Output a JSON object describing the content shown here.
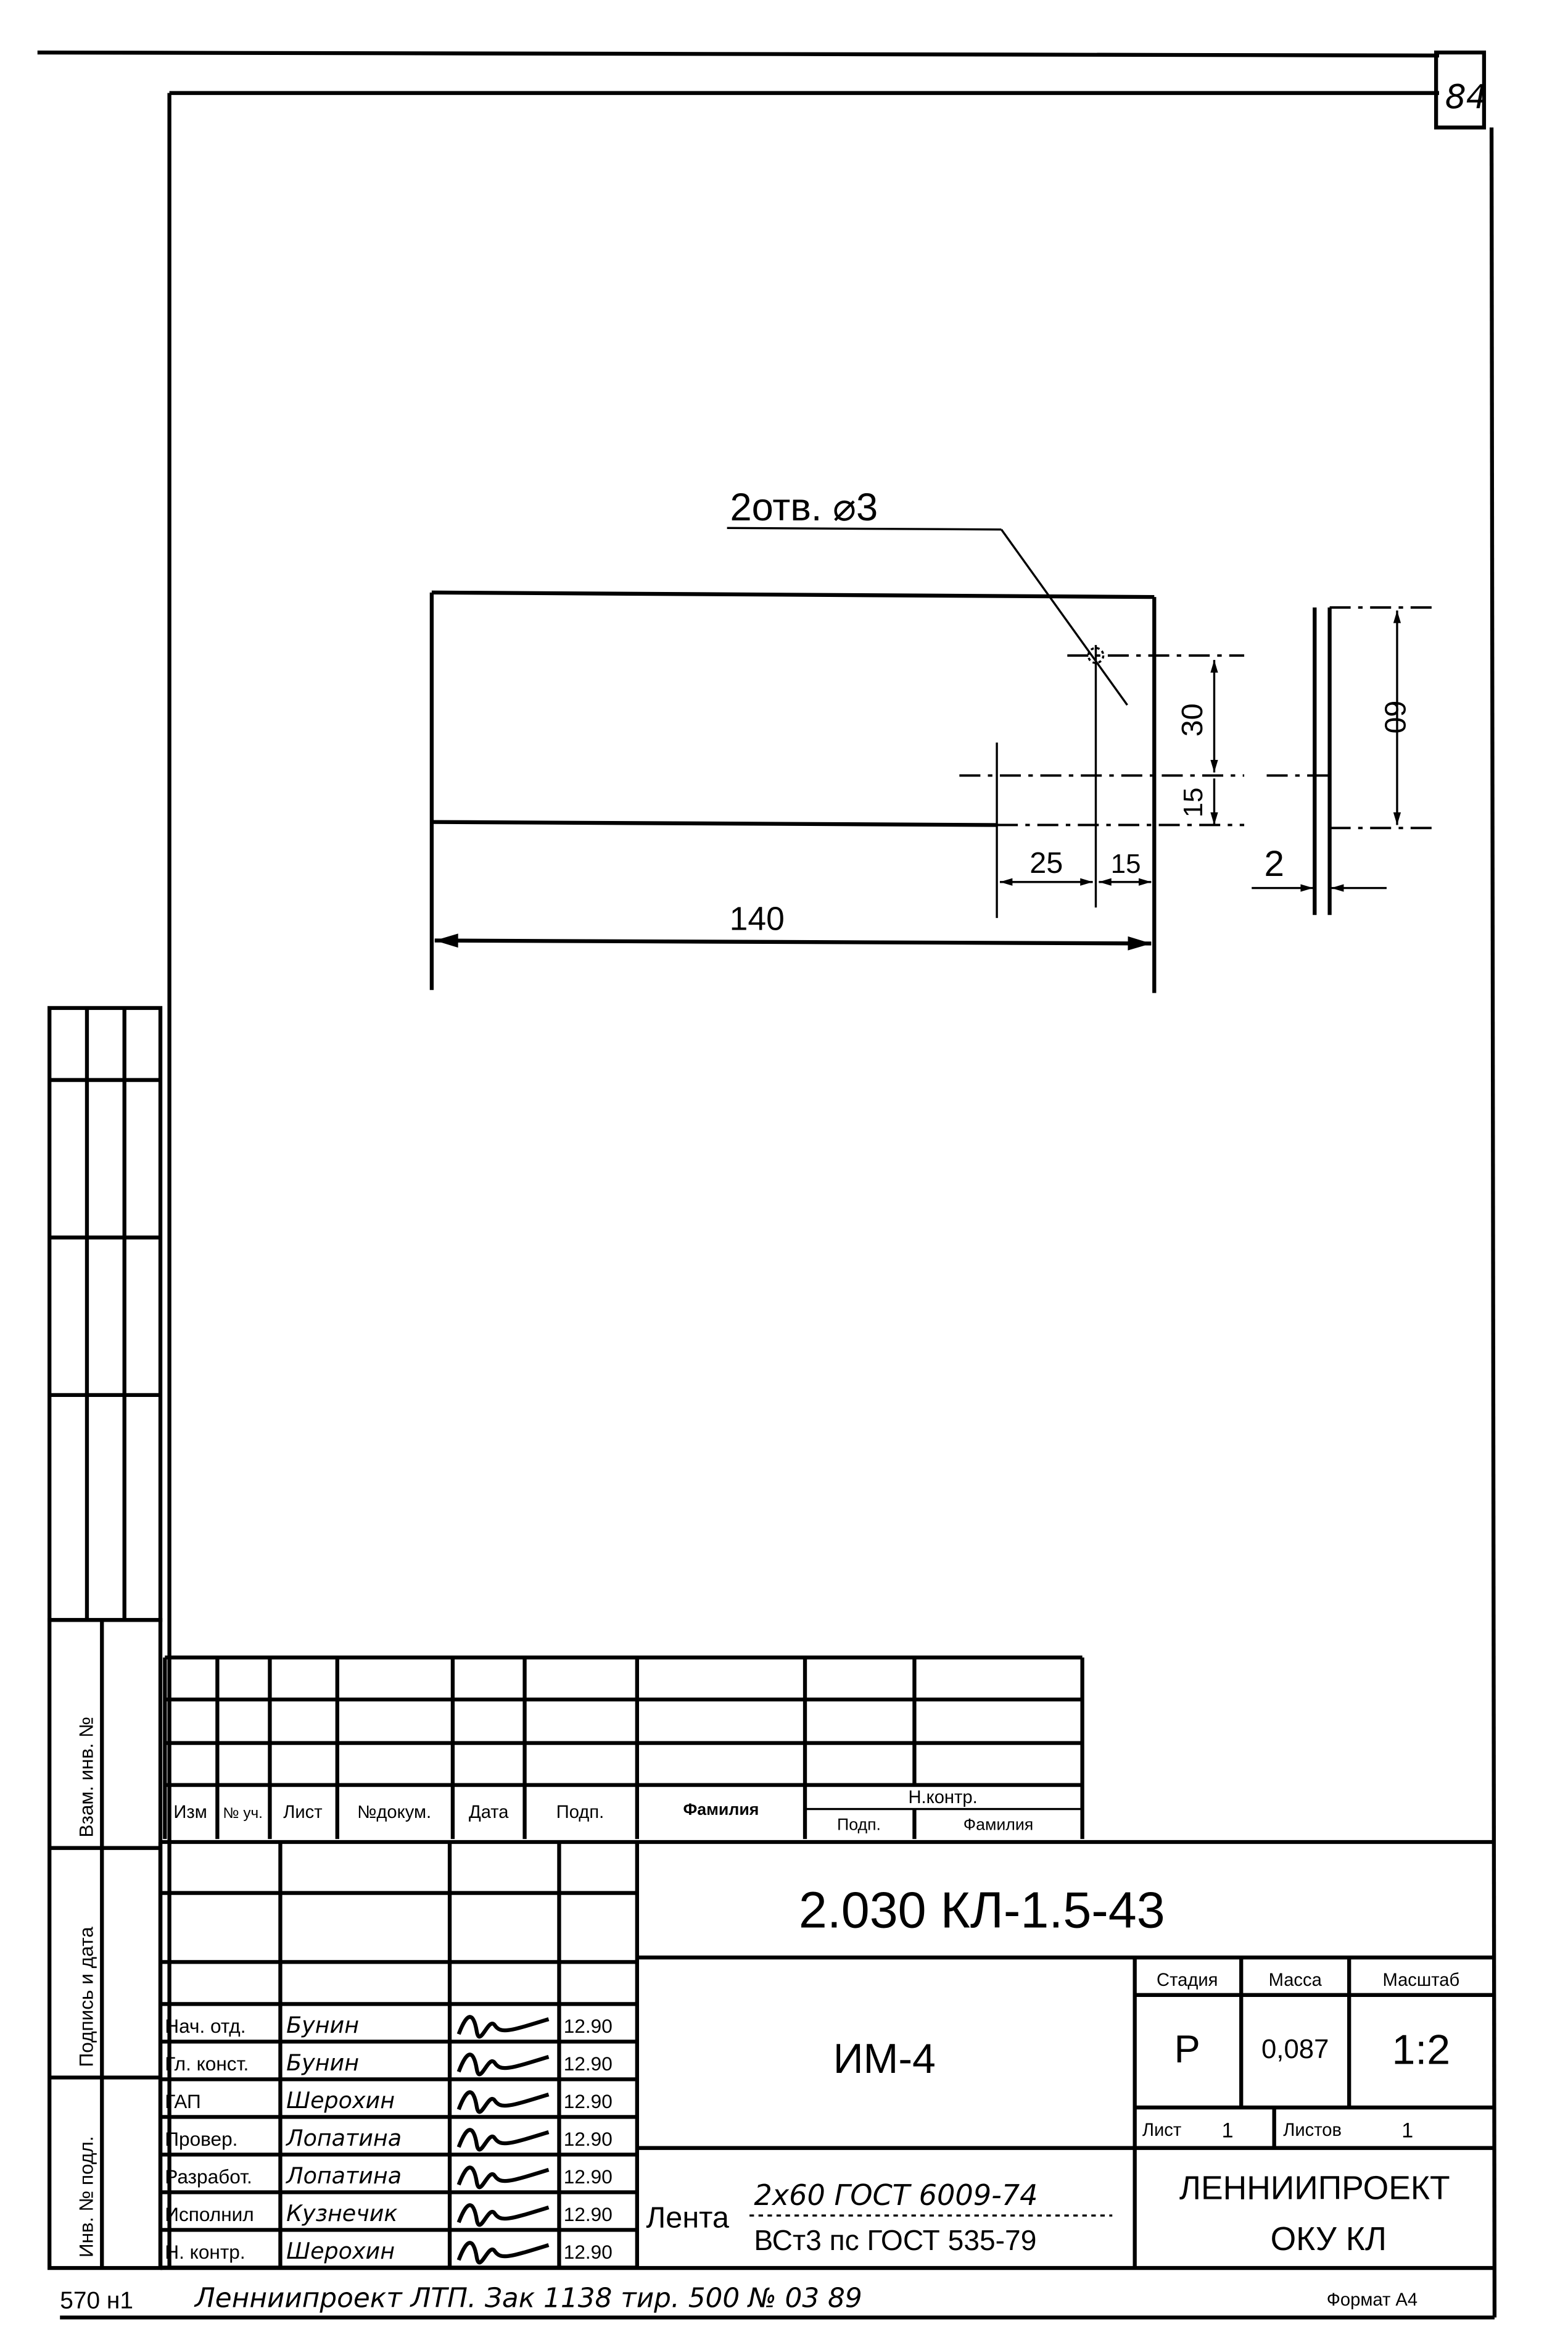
{
  "sheet": {
    "sheet_number": "84",
    "format": "Формат А4",
    "archive_mark": "570 н1",
    "printing_note": "Ленниипроект ЛТП. Зак 1138 тир. 500  № 03 89"
  },
  "drawing": {
    "hole_callout": "2отв. ⌀3",
    "dimensions": {
      "length": "140",
      "hole_offset_a": "25",
      "hole_offset_b": "15",
      "hole_spacing": "30",
      "hole_edge": "15",
      "width": "60",
      "thickness": "2"
    }
  },
  "margin_stamps": {
    "replaced_inv": "Взам. инв. №",
    "signature_date": "Подпись и дата",
    "original_inv": "Инв. № подл."
  },
  "revision_table": {
    "headers": [
      "Изм",
      "№ уч.",
      "Лист",
      "№докум.",
      "Дата",
      "Подп.",
      "Фамилия"
    ],
    "norm_control": "Н.контр.",
    "norm_control_sub": [
      "Подп.",
      "Фамилия"
    ]
  },
  "title_block": {
    "document_code": "2.030 КЛ-1.5-43",
    "part_name": "ИМ-4",
    "stage_label": "Стадия",
    "mass_label": "Масса",
    "scale_label": "Масштаб",
    "stage": "Р",
    "mass": "0,087",
    "scale": "1:2",
    "sheet_label": "Лист",
    "sheet": "1",
    "sheets_label": "Листов",
    "sheets": "1",
    "material_name": "Лента",
    "material_line1": "2x60 ГОСТ 6009-74",
    "material_line2": "ВСт3 пс ГОСТ 535-79",
    "organization": "ЛЕННИИПРОЕКТ",
    "department": "ОКУ КЛ",
    "signatures": [
      {
        "role": "Нач. отд.",
        "name": "Бунин",
        "date": "12.90"
      },
      {
        "role": "Гл. конст.",
        "name": "Бунин",
        "date": "12.90"
      },
      {
        "role": "ГАП",
        "name": "Шерохин",
        "date": "12.90"
      },
      {
        "role": "Провер.",
        "name": "Лопатина",
        "date": "12.90"
      },
      {
        "role": "Разработ.",
        "name": "Лопатина",
        "date": "12.90"
      },
      {
        "role": "Исполнил",
        "name": "Кузнечик",
        "date": "12.90"
      },
      {
        "role": "Н. контр.",
        "name": "Шерохин",
        "date": "12.90"
      }
    ]
  }
}
